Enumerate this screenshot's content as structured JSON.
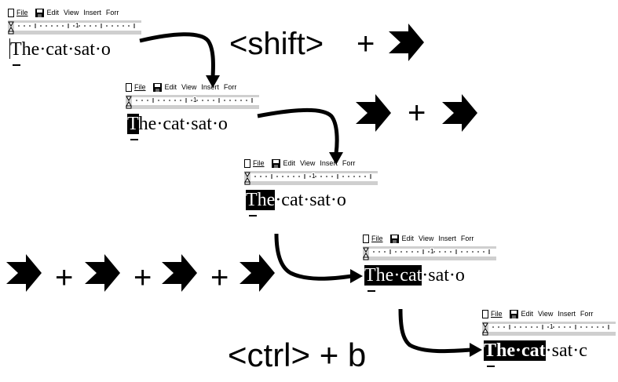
{
  "menu": {
    "file": "File",
    "edit": "Edit",
    "view": "View",
    "insert": "Insert",
    "format": "Forr"
  },
  "ruler_mark": "1",
  "steps": [
    {
      "selected": "",
      "rest": "The·cat·sat·o"
    },
    {
      "selected": "T",
      "rest": "he·cat·sat·o"
    },
    {
      "selected": "The",
      "rest": "·cat·sat·o"
    },
    {
      "selected": "The·cat",
      "rest": "·sat·o"
    },
    {
      "selected": "The·cat",
      "rest": "·sat·c"
    }
  ],
  "captions": {
    "shift_key": "<shift>",
    "plus": "+",
    "ctrl_b": "<ctrl> + b"
  },
  "icons": [
    "doc-icon",
    "save-icon",
    "arrow-right-icon",
    "curved-arrow-icon"
  ],
  "colors": {
    "selection": "#000000",
    "ruler_bg": "#cfcfcf"
  }
}
